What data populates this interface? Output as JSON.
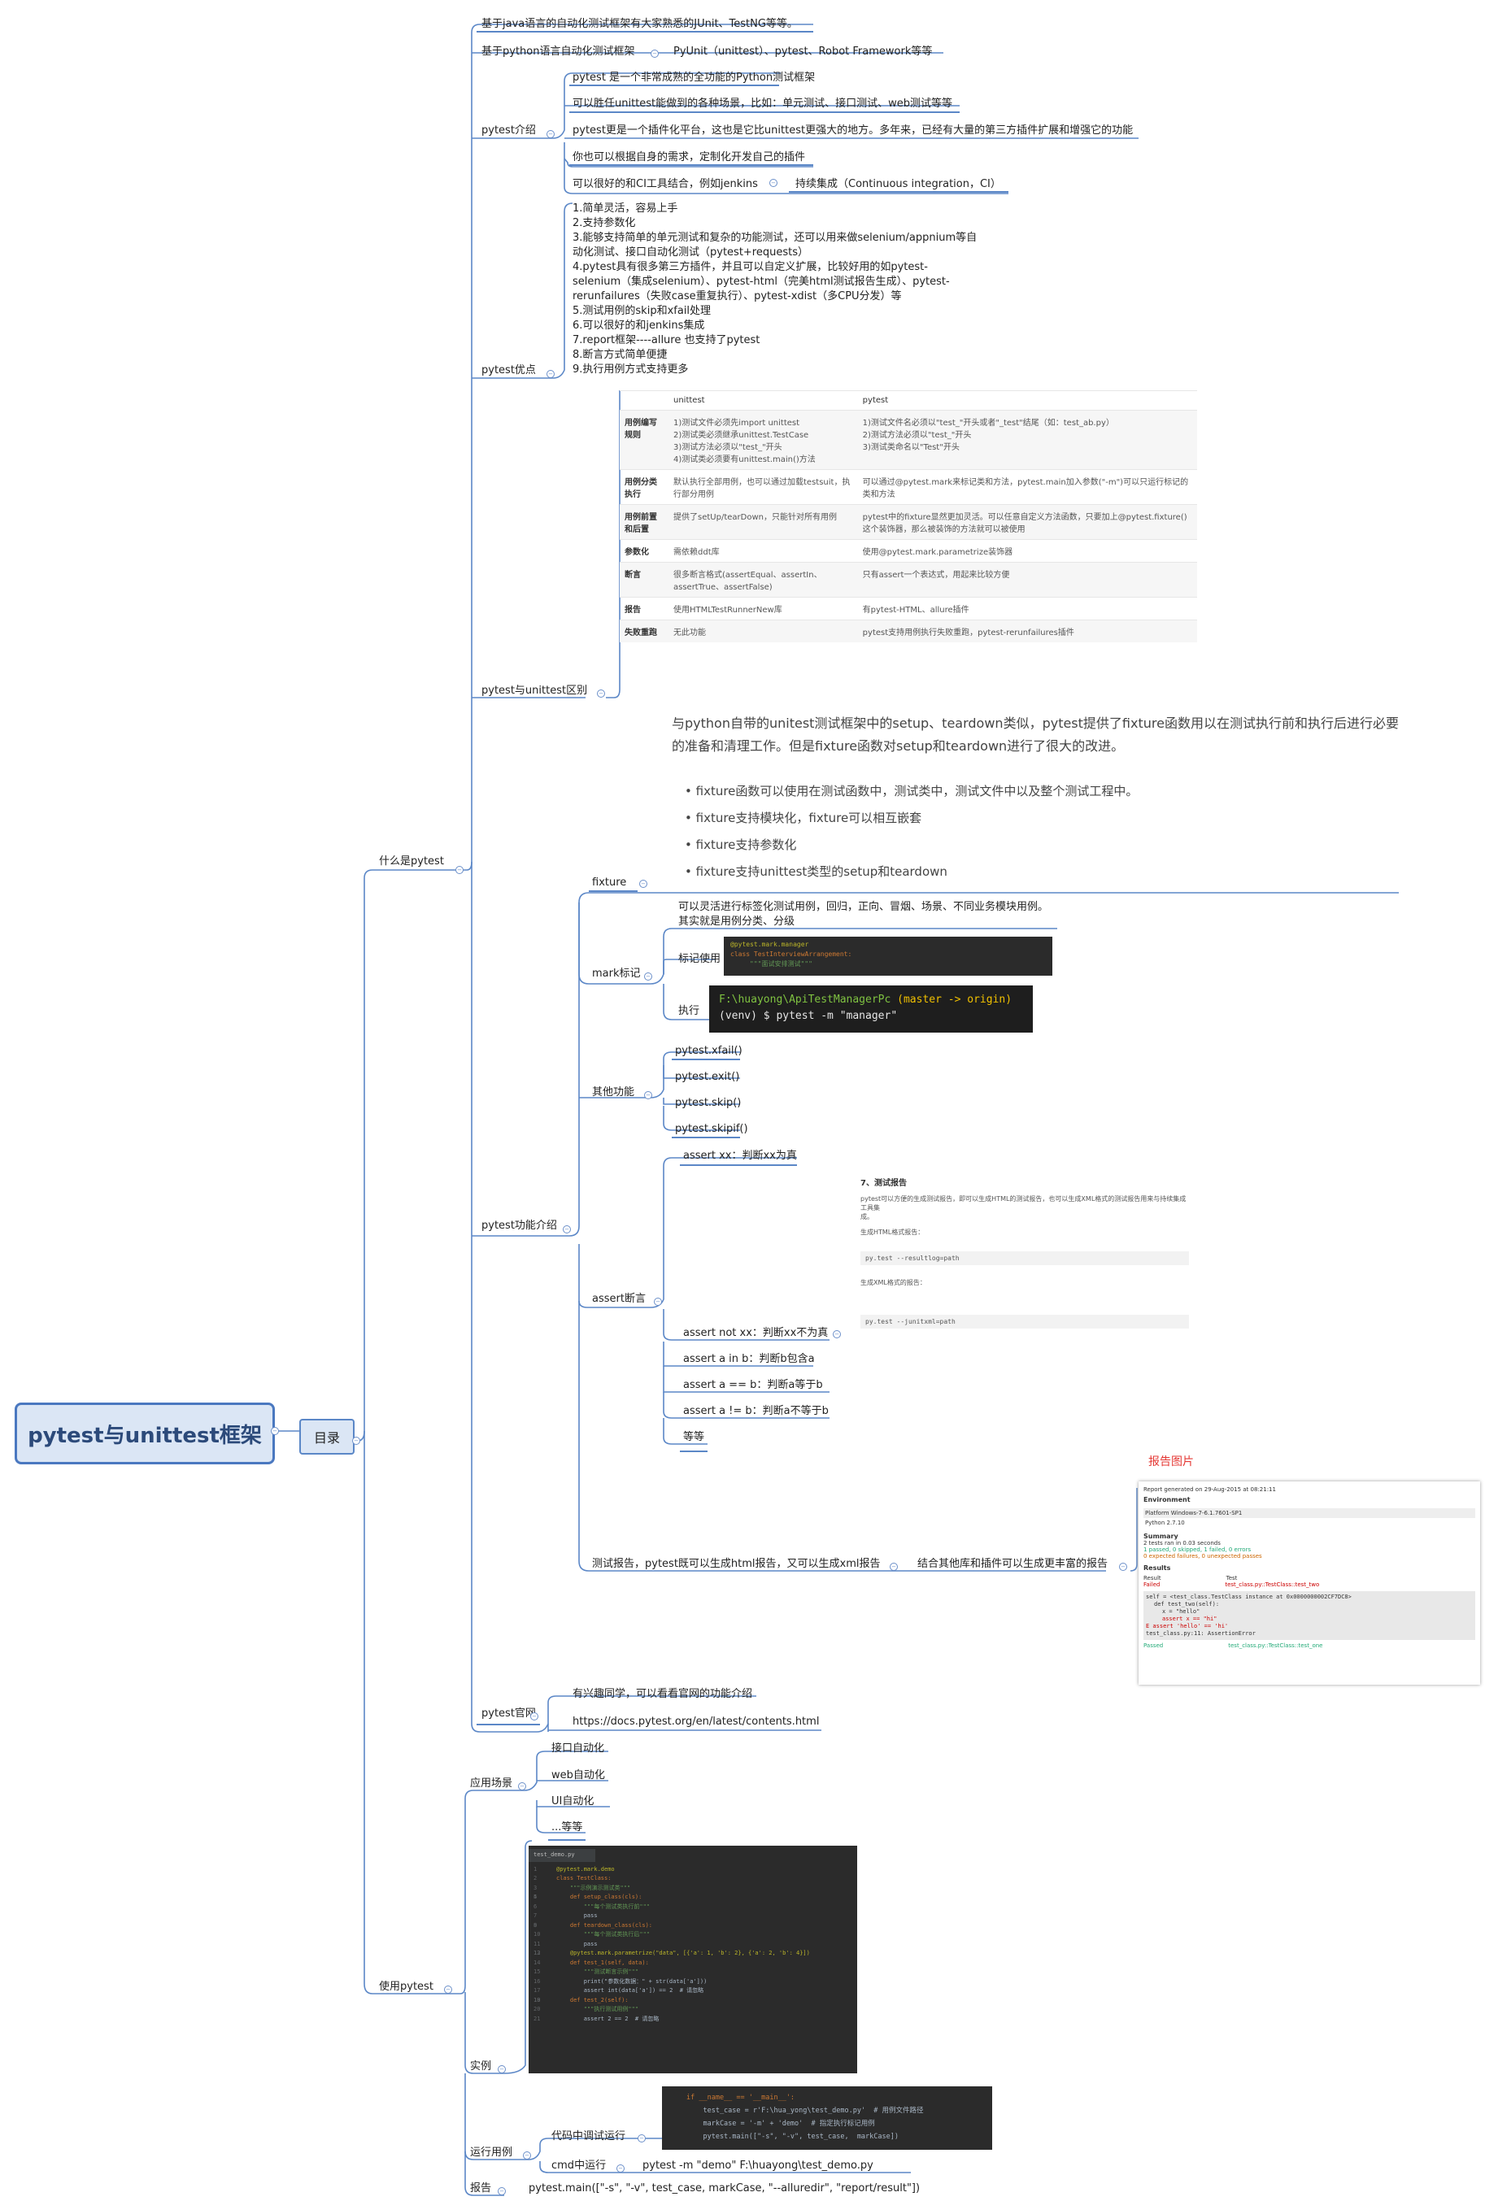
{
  "root": {
    "label": "pytest与unittest框架"
  },
  "toc": {
    "label": "目录"
  },
  "what": {
    "label": "什么是pytest",
    "java": "基于java语言的自动化测试框架有大家熟悉的JUnit、TestNG等等。",
    "py": "基于python语言自动化测试框架",
    "py_list": "PyUnit（unittest）、pytest、Robot Framework等等",
    "intro": {
      "label": "pytest介绍",
      "items": [
        "pytest 是一个非常成熟的全功能的Python测试框架",
        "可以胜任unittest能做到的各种场景，比如：单元测试、接口测试、web测试等等",
        "pytest更是一个插件化平台，这也是它比unittest更强大的地方。多年来，已经有大量的第三方插件扩展和增强它的功能",
        "你也可以根据自身的需求，定制化开发自己的插件",
        "可以很好的和CI工具结合，例如jenkins"
      ],
      "ci": "持续集成（Continuous integration，CI）"
    },
    "adv": {
      "label": "pytest优点",
      "lines": [
        "1.简单灵活，容易上手",
        "2.支持参数化",
        "3.能够支持简单的单元测试和复杂的功能测试，还可以用来做selenium/appnium等自",
        "动化测试、接口自动化测试（pytest+requests）",
        "4.pytest具有很多第三方插件，并且可以自定义扩展，比较好用的如pytest-",
        "selenium（集成selenium）、pytest-html（完美html测试报告生成）、pytest-",
        "rerunfailures（失败case重复执行）、pytest-xdist（多CPU分发）等",
        "5.测试用例的skip和xfail处理",
        "6.可以很好的和jenkins集成",
        "7.report框架----allure 也支持了pytest",
        "8.断言方式简单便捷",
        "9.执行用例方式支持更多"
      ]
    },
    "diff": {
      "label": "pytest与unittest区别",
      "header": [
        "",
        "unittest",
        "pytest"
      ],
      "rows": [
        [
          "用例编写规则",
          "1)测试文件必须先import unittest\n2)测试类必须继承unittest.TestCase\n3)测试方法必须以\"test_\"开头\n4)测试类必须要有unittest.main()方法",
          "1)测试文件名必须以\"test_\"开头或者\"_test\"结尾（如：test_ab.py）\n2)测试方法必须以\"test_\"开头\n3)测试类命名以\"Test\"开头"
        ],
        [
          "用例分类执行",
          "默认执行全部用例，也可以通过加载testsuit，执行部分用例",
          "可以通过@pytest.mark来标记类和方法，pytest.main加入参数(\"-m\")可以只运行标记的类和方法"
        ],
        [
          "用例前置和后置",
          "提供了setUp/tearDown，只能针对所有用例",
          "pytest中的fixture显然更加灵活。可以任意自定义方法函数，只要加上@pytest.fixture()这个装饰器，那么被装饰的方法就可以被使用"
        ],
        [
          "参数化",
          "需依赖ddt库",
          "使用@pytest.mark.parametrize装饰器"
        ],
        [
          "断言",
          "很多断言格式(assertEqual、assertIn、assertTrue、assertFalse)",
          "只有assert一个表达式，用起来比较方便"
        ],
        [
          "报告",
          "使用HTMLTestRunnerNew库",
          "有pytest-HTML、allure插件"
        ],
        [
          "失败重跑",
          "无此功能",
          "pytest支持用例执行失败重跑，pytest-rerunfailures插件"
        ]
      ]
    },
    "func": {
      "label": "pytest功能介绍",
      "fixture": {
        "label": "fixture",
        "para1": "与python自带的unitest测试框架中的setup、teardown类似，pytest提供了fixture函数用以在测试执行前和执行后进行必要",
        "para2": "的准备和清理工作。但是fixture函数对setup和teardown进行了很大的改进。",
        "bullets": [
          "fixture函数可以使用在测试函数中，测试类中，测试文件中以及整个测试工程中。",
          "fixture支持模块化，fixture可以相互嵌套",
          "fixture支持参数化",
          "fixture支持unittest类型的setup和teardown"
        ]
      },
      "mark": {
        "label": "mark标记",
        "desc1": "可以灵活进行标签化测试用例，回归，正向、冒烟、场景、不同业务模块用例。",
        "desc2": "其实就是用例分类、分级",
        "use": "标记使用",
        "run": "执行",
        "code1": "@pytest.mark.manager",
        "code2": "class TestInterviewArrangement:",
        "code3": "\"\"\"面试安排测试\"\"\"",
        "cmd_path": "F:\\huayong\\ApiTestManagerPc",
        "cmd_branch": "(master -> origin)",
        "cmd_line": "(venv) $ pytest -m \"manager\""
      },
      "other": {
        "label": "其他功能",
        "items": [
          "pytest.xfail()",
          "pytest.exit()",
          "pytest.skip()",
          "pytest.skipif()"
        ]
      },
      "assert": {
        "label": "assert断言",
        "first": "assert xx：判断xx为真",
        "items": [
          "assert not xx：判断xx不为真",
          "assert a in b：判断b包含a",
          "assert a == b：判断a等于b",
          "assert a != b：判断a不等于b",
          "等等"
        ],
        "doc_title": "7、测试报告",
        "doc_text1": "pytest可以方便的生成测试报告，即可以生成HTML的测试报告，也可以生成XML格式的测试报告用来与持续集成工具集",
        "doc_text2": "成。",
        "doc_html": "生成HTML格式报告：",
        "doc_cmd1": "py.test --resultlog=path",
        "doc_xml": "生成XML格式的报告：",
        "doc_cmd2": "py.test --junitxml=path"
      },
      "report": {
        "label": "测试报告，pytest既可以生成html报告，又可以生成xml报告",
        "sub": "结合其他库和插件可以生成更丰富的报告",
        "img_title": "报告图片",
        "r_gen": "Report generated on 29-Aug-2015 at 08:21:11",
        "r_env": "Environment",
        "r_platform": "Platform   Windows-7-6.1.7601-SP1",
        "r_python": "Python   2.7.10",
        "r_summary": "Summary",
        "r_tests": "2 tests ran in 0.03 seconds",
        "r_passed": "1 passed, 0 skipped, 1 failed, 0 errors",
        "r_expected": "0 expected failures, 0 unexpected passes",
        "r_results": "Results",
        "r_col1": "Result",
        "r_col2": "Test",
        "r_failed": "Failed",
        "r_failtest": "test_class.py::TestClass::test_two",
        "r_code1": "self = <test_class.TestClass instance at 0x0000000002CF7DC8>",
        "r_code2": "def test_two(self):",
        "r_code3": "x = \"hello\"",
        "r_code4": "assert x == \"hi\"",
        "r_code5": "E   assert 'hello' == 'hi'",
        "r_code6": "test_class.py:11: AssertionError",
        "r_pass": "Passed",
        "r_passtest": "test_class.py::TestClass::test_one"
      }
    },
    "site": {
      "label": "pytest官网",
      "note": "有兴趣同学，可以看看官网的功能介绍",
      "url": "https://docs.pytest.org/en/latest/contents.html"
    }
  },
  "use": {
    "label": "使用pytest",
    "scene": {
      "label": "应用场景",
      "items": [
        "接口自动化",
        "web自动化",
        "UI自动化",
        "...等等"
      ]
    },
    "example": {
      "label": "实例",
      "tab": "test_demo.py",
      "lines": [
        "@pytest.mark.demo",
        "class TestClass:",
        "    \"\"\"示例演示测试类\"\"\"",
        "",
        "    def setup_class(cls):",
        "        \"\"\"每个测试类执行前\"\"\"",
        "        pass",
        "",
        "    def teardown_class(cls):",
        "        \"\"\"每个测试类执行后\"\"\"",
        "        pass",
        "",
        "    @pytest.mark.parametrize(\"data\", [{'a': 1, 'b': 2}, {'a': 2, 'b': 4}])",
        "    def test_1(self, data):",
        "        \"\"\"测试断言示例\"\"\"",
        "        print(\"参数化数据：\" + str(data['a']))",
        "        assert int(data['a']) == 2  # 请忽略",
        "",
        "    def test_2(self):",
        "        \"\"\"执行测试用例\"\"\"",
        "        assert 2 == 2  # 请忽略"
      ]
    },
    "run": {
      "label": "运行用例",
      "debug": "代码中调试运行",
      "code": [
        "if __name__ == '__main__':",
        "    test_case = r'F:\\hua_yong\\test_demo.py'  # 用例文件路径",
        "    markCase = '-m' + 'demo'  # 指定执行标记用例",
        "    pytest.main([\"-s\", \"-v\", test_case,  markCase])"
      ],
      "cmd": "cmd中运行",
      "cmd_value": "pytest -m \"demo\" F:\\huayong\\test_demo.py"
    },
    "report": {
      "label": "报告",
      "value": "pytest.main([\"-s\", \"-v\", test_case,  markCase, \"--alluredir\", \"report/result\"])"
    }
  }
}
